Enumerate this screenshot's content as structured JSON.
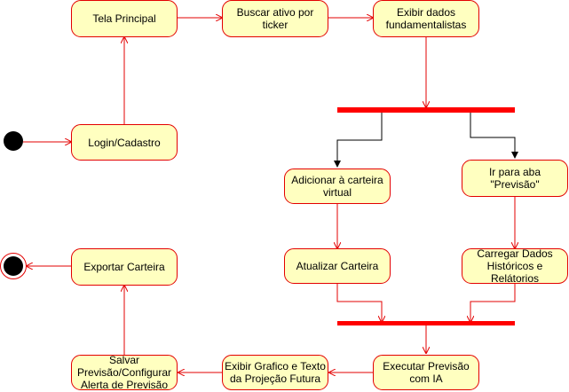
{
  "diagram": {
    "nodes": {
      "tela_principal": "Tela Principal",
      "buscar_ativo": "Buscar ativo por ticker",
      "exibir_dados": "Exibir dados fundamentalistas",
      "login": "Login/Cadastro",
      "adicionar_carteira": "Adicionar à carteira virtual",
      "ir_previsao": "Ir para aba \"Previsão\"",
      "exportar": "Exportar Carteira",
      "atualizar": "Atualizar Carteira",
      "carregar": "Carregar Dados Históricos e Relátorios",
      "salvar": "Salvar Previsão/Configurar Alerta de Previsão",
      "exibir_grafico": "Exibir Grafico e Texto da Projeção Futura",
      "executar": "Executar Previsão com IA"
    },
    "colors": {
      "node_fill": "#ffffc0",
      "node_border": "#e30000",
      "arrow": "#e30000",
      "fork_bar": "#ff0000",
      "fork_out_arrow": "#000000"
    }
  }
}
